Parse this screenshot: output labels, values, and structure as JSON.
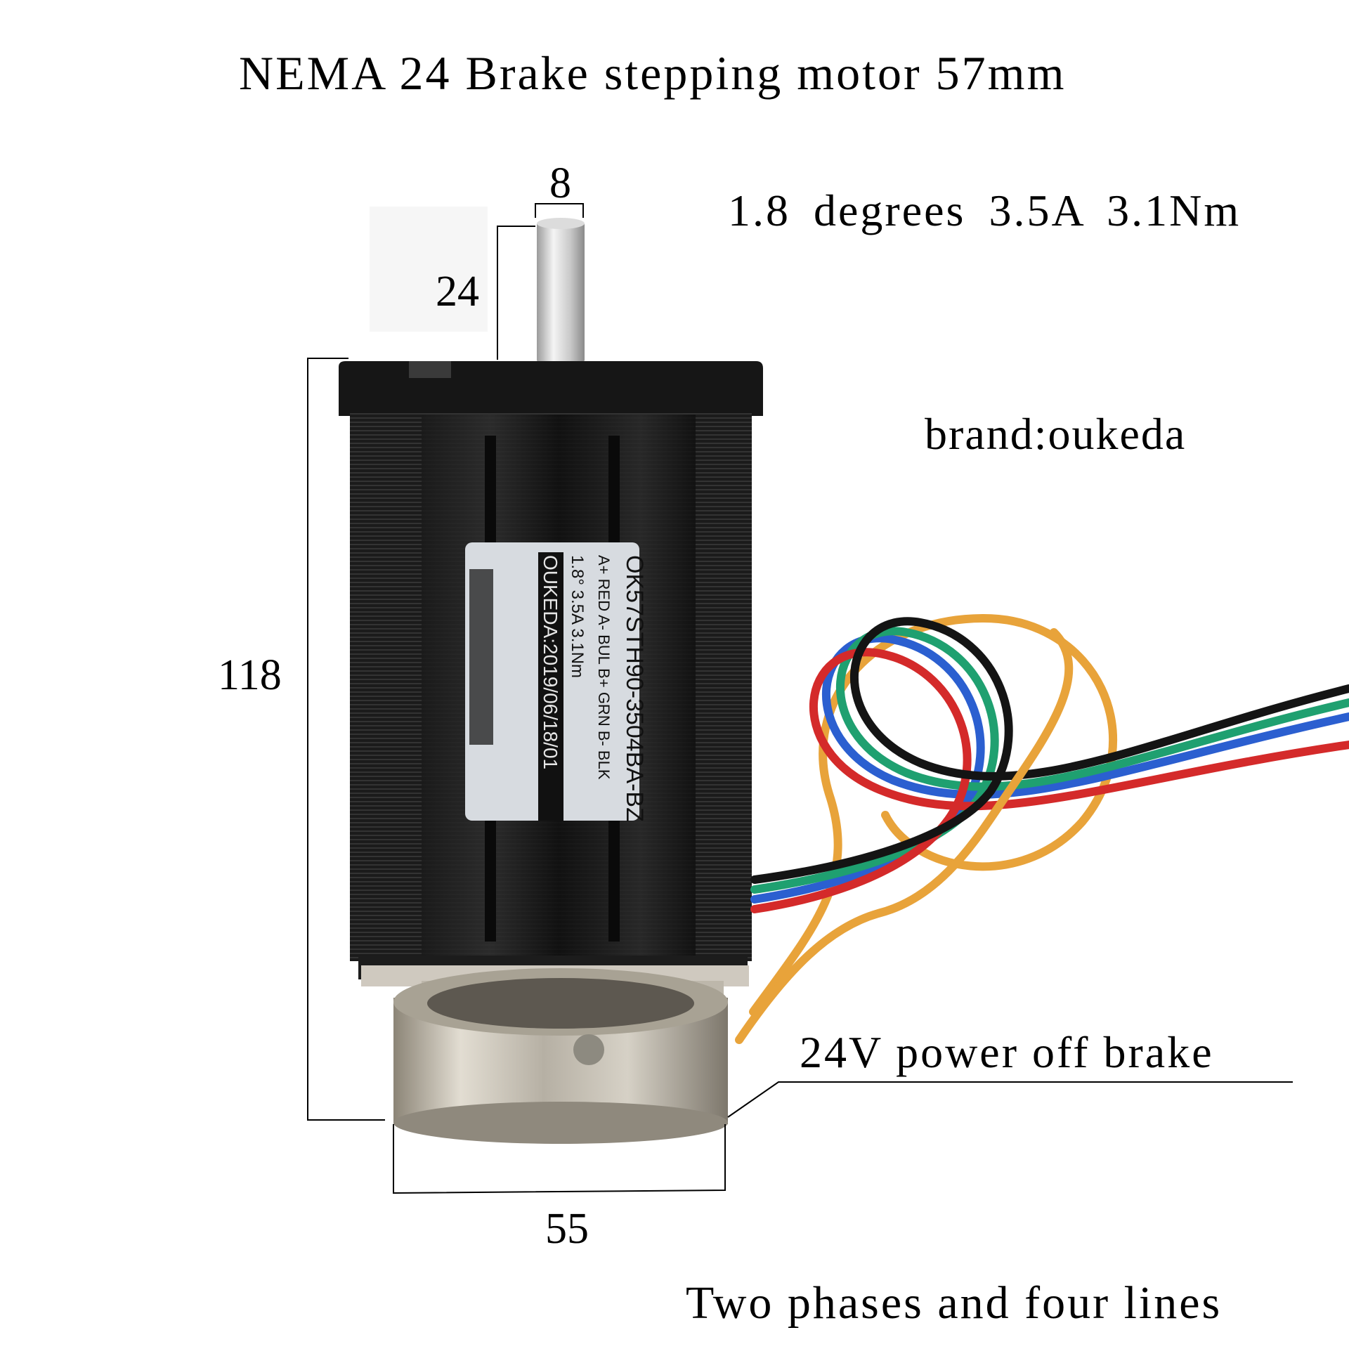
{
  "title": "NEMA 24 Brake stepping motor 57mm",
  "specs": "1.8 degrees 3.5A  3.1Nm",
  "brand": "brand:oukeda",
  "brake_note": "24V power off brake",
  "wiring_note": "Two phases and four lines",
  "dimensions": {
    "shaft_diameter": "8",
    "shaft_length": "24",
    "total_length": "118",
    "brake_diameter": "55"
  },
  "motor_label": {
    "model": "OK57STH90-3504BA-BZ",
    "wiring": "A+ RED A- BUL B+ GRN B- BLK",
    "ratings": "1.8°  3.5A  3.1Nm",
    "maker_date": "OUKEDA:2019/06/18/01"
  },
  "wire_colors": {
    "red": "#d42a2a",
    "blue": "#2b5fd0",
    "green": "#1fa070",
    "black": "#141414",
    "orange": "#e8a33a"
  }
}
